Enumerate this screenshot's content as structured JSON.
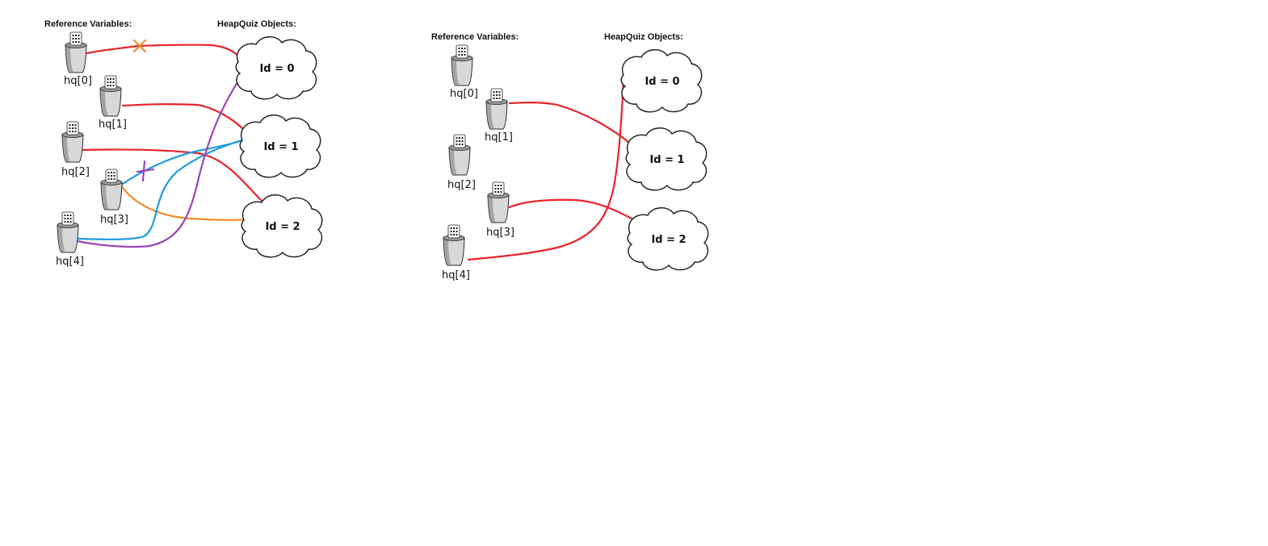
{
  "panels": [
    {
      "id": "left",
      "header_refs": "Reference Variables:",
      "header_objs": "HeapQuiz  Objects:",
      "variables": [
        "hq[0]",
        "hq[1]",
        "hq[2]",
        "hq[3]",
        "hq[4]"
      ],
      "objects": [
        "Id = 0",
        "Id = 1",
        "Id = 2"
      ],
      "references": [
        {
          "from": "hq[0]",
          "to": "Id = 0",
          "color": "#e8232a",
          "crossed": true,
          "cross_color": "#f28a2e"
        },
        {
          "from": "hq[1]",
          "to": "Id = 1",
          "color": "#e8232a"
        },
        {
          "from": "hq[2]",
          "to": "Id = 2",
          "color": "#e8232a"
        },
        {
          "from": "hq[3]",
          "to": "Id = 1",
          "color": "#1e9be0",
          "crossed": true,
          "cross_color": "#9b45b8"
        },
        {
          "from": "hq[3]",
          "to": "Id = 2",
          "color": "#f28a2e"
        },
        {
          "from": "hq[4]",
          "to": "Id = 1",
          "color": "#1e9be0"
        },
        {
          "from": "hq[4]",
          "to": "Id = 0",
          "color": "#9b45b8"
        }
      ]
    },
    {
      "id": "right",
      "header_refs": "Reference Variables:",
      "header_objs": "HeapQuiz  Objects:",
      "variables": [
        "hq[0]",
        "hq[1]",
        "hq[2]",
        "hq[3]",
        "hq[4]"
      ],
      "objects": [
        "Id = 0",
        "Id = 1",
        "Id = 2"
      ],
      "references": [
        {
          "from": "hq[1]",
          "to": "Id = 1",
          "color": "#e8232a"
        },
        {
          "from": "hq[3]",
          "to": "Id = 2",
          "color": "#e8232a"
        },
        {
          "from": "hq[4]",
          "to": "Id = 0",
          "color": "#e8232a"
        }
      ]
    }
  ]
}
